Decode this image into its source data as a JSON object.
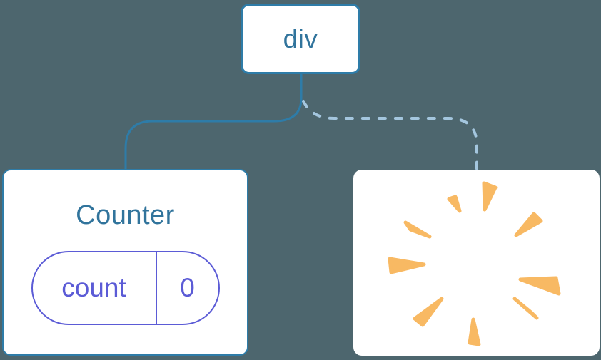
{
  "diagram": {
    "root_node": {
      "label": "div"
    },
    "counter_card": {
      "title": "Counter",
      "state_pill": {
        "key": "count",
        "value": "0"
      }
    },
    "destroyed_card": {
      "icon": "burst-destroyed-state-icon"
    }
  },
  "colors": {
    "background": "#4D666E",
    "card_background": "#FFFFFF",
    "node_border": "#2E7CA8",
    "node_text": "#31749C",
    "connector_solid": "#2E7CA8",
    "connector_dashed": "#A4C6DE",
    "state_accent": "#5B5BD6",
    "burst": "#F8B963"
  }
}
